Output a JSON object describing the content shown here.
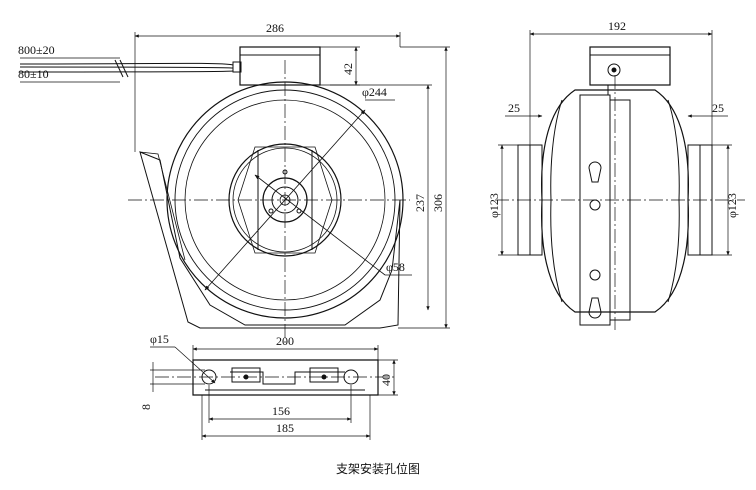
{
  "front_view": {
    "width_dim": "286",
    "lead_long": "800±20",
    "lead_short": "80±10",
    "box_height": "42",
    "outer_diameter": "φ244",
    "inner_diameter": "φ58",
    "height_237": "237",
    "height_306": "306"
  },
  "side_view": {
    "width_dim": "192",
    "left_25": "25",
    "right_25": "25",
    "left_diameter": "φ123",
    "right_diameter": "φ123"
  },
  "bracket_view": {
    "hole_diameter": "φ15",
    "overall_length": "200",
    "height": "40",
    "slot_offset": "8",
    "hole_spacing": "156",
    "hole_outer": "185"
  },
  "caption": "支架安装孔位图"
}
